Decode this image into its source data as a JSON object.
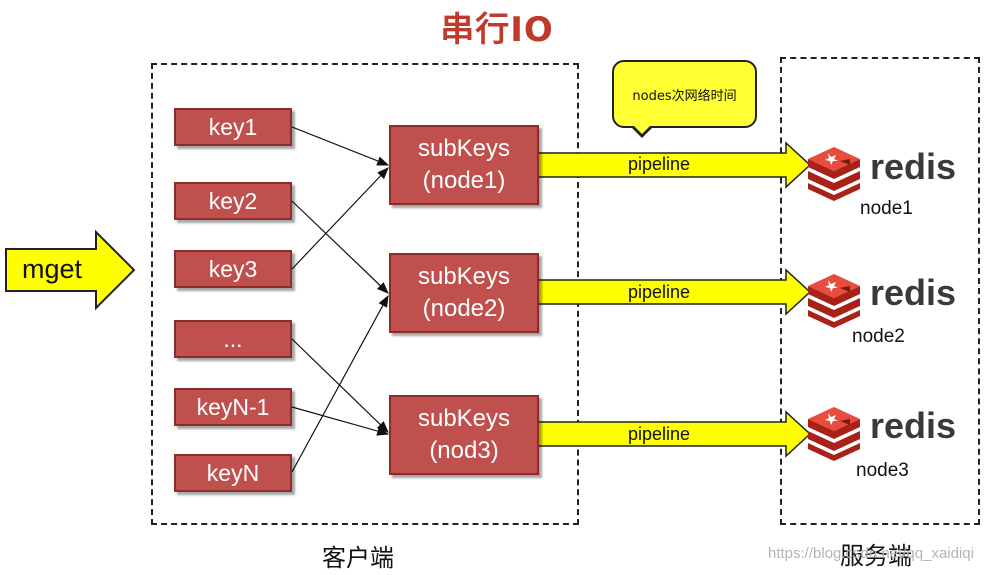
{
  "title": "串行IO",
  "client": {
    "label": "客户端",
    "keys": [
      "key1",
      "key2",
      "key3",
      "...",
      "keyN-1",
      "keyN"
    ],
    "mget": "mget",
    "subkeys": [
      {
        "line1": "subKeys",
        "line2": "(node1)"
      },
      {
        "line1": "subKeys",
        "line2": "(node2)"
      },
      {
        "line1": "subKeys",
        "line2": "(nod3)"
      }
    ]
  },
  "server": {
    "label": "服务端",
    "nodes": [
      {
        "brand": "redis",
        "name": "node1"
      },
      {
        "brand": "redis",
        "name": "node2"
      },
      {
        "brand": "redis",
        "name": "node3"
      }
    ]
  },
  "pipeline_label": "pipeline",
  "callout": "nodes次网络时间",
  "watermark": "https://blog.csdn.net/qq_xaidiqi",
  "colors": {
    "title": "#c0392b",
    "box_fill": "#c0504d",
    "box_border": "#8c2d2a",
    "arrow_fill": "#ffff00",
    "redis_red": "#d82c20"
  }
}
